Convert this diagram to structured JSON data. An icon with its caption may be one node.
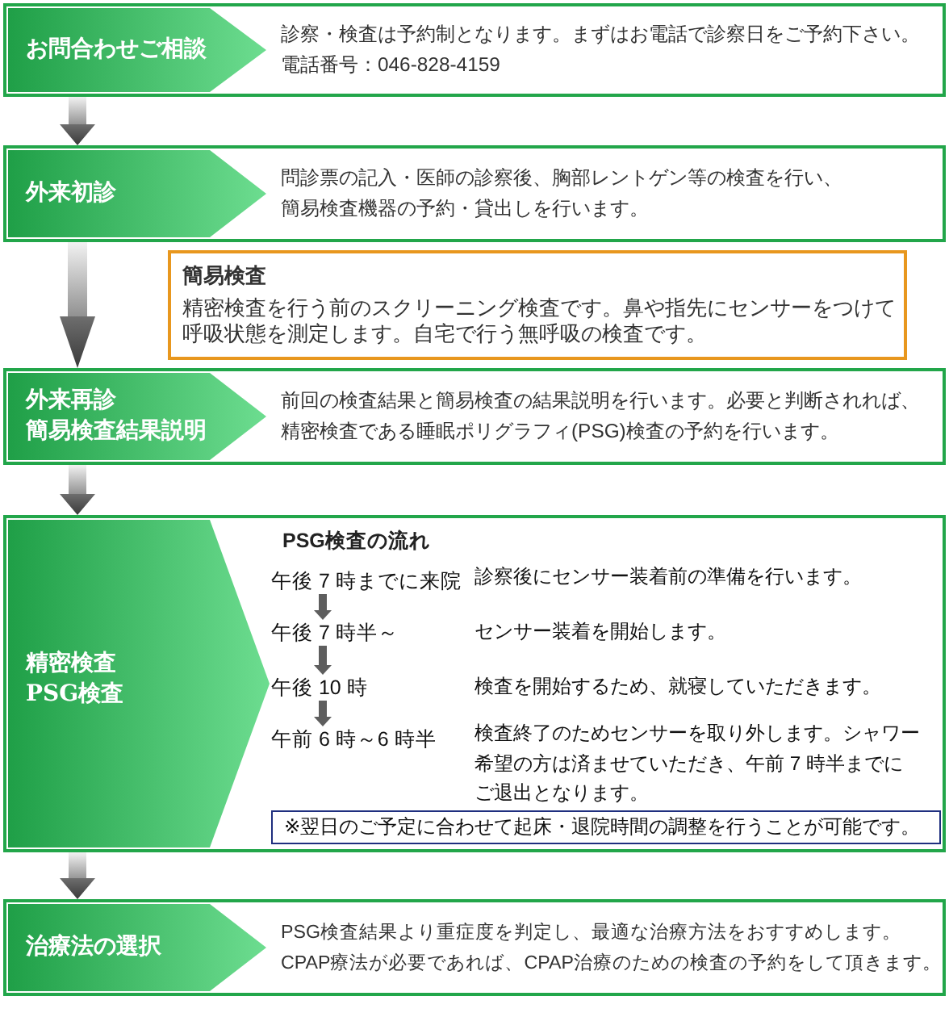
{
  "diagram": {
    "nodes": [
      {
        "text": [
          "診察・検査は予約制となります。まずはお電話で診察日をご予約下さい。",
          "電話番号：046-828-4159"
        ]
      },
      {
        "text": [
          "お問合わせご相談"
        ],
        "in": 0
      },
      {
        "text": [
          "問診票の記入・医師の診察後、胸部レントゲン等の検査を行い、簡易検査機器の予約・貸出しを行います。"
        ]
      },
      {
        "text": [
          "外来初診"
        ],
        "in": 2
      },
      {
        "text": [
          "簡易検査",
          "精密検査を行う前のスクリーニング検査です。鼻や指先にセンサーをつけて呼吸状態を測定します。自宅で行う無呼吸の検査です。"
        ]
      },
      {
        "text": [
          "前回の検査結果と簡易検査の結果説明を行います。必要と判断されれば、精密検査である睡眠ポリグラフィ(PSG)検査の予約を行います。"
        ]
      },
      {
        "text": [
          "外来再診",
          "簡易検査結果説明"
        ],
        "in": 5
      },
      {
        "text": [
          "PSG検査の流れ"
        ]
      },
      {
        "text": [
          "精密検査",
          "PSG検査"
        ],
        "in": 7
      },
      {
        "text": [
          "午後 7 時までに来院"
        ],
        "in": 7
      },
      {
        "text": [
          "午後 7 時半～"
        ],
        "in": 7
      },
      {
        "text": [
          "午後 10 時"
        ],
        "in": 7
      },
      {
        "text": [
          "午前 6 時～6 時半"
        ],
        "in": 7
      },
      {
        "text": [
          "※翌日のご予定に合わせて起床・退院時間の調整を行うことが可能です。"
        ],
        "in": 7
      },
      {
        "text": [
          "PSG検査結果より重症度を判定し、最適な治療方法をおすすめします。CPAP療法が必要であれば、CPAP治療のための検査の予約をして頂きます。"
        ]
      },
      {
        "text": [
          "治療法の選択"
        ],
        "in": 14
      }
    ],
    "edges": [
      {
        "from": 0,
        "to": 2,
        "arrow": "to"
      },
      {
        "from": 2,
        "to": 5,
        "arrow": "to"
      },
      {
        "from": 5,
        "to": 7,
        "arrow": "to"
      },
      {
        "from": 7,
        "to": 14,
        "arrow": "to"
      },
      {
        "from": 9,
        "to": 10,
        "arrow": "to"
      },
      {
        "from": 10,
        "to": 11,
        "arrow": "to"
      },
      {
        "from": 11,
        "to": 12,
        "arrow": "to"
      }
    ],
    "labels": [
      "診察後にセンサー装着前の準備を行います。",
      "センサー装着を開始します。",
      "検査を開始するため、就寝していただきます。",
      "検査終了のためセンサーを取り外します。シャワー希望の方は済ませていただき、午前 7 時半までにご退出となります。"
    ]
  }
}
